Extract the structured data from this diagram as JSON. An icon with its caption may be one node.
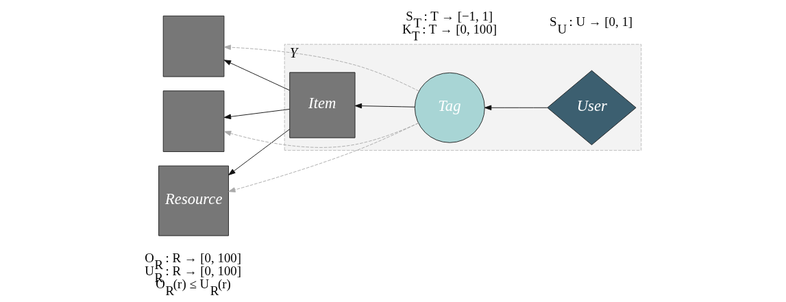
{
  "diagram": {
    "nodes": [
      {
        "text": [],
        "shape": "box"
      },
      {
        "text": [],
        "shape": "box"
      },
      {
        "text": [
          "Resource"
        ],
        "beside": [
          "O$_{R}$ : R → [0, 100]",
          "U$_{R}$ : R → [0, 100]",
          "O$_{R}$(r) ≤ U$_{R}$(r)"
        ]
      },
      {
        "text": [
          "Y"
        ]
      },
      {
        "text": [
          "Item"
        ],
        "in": 3
      },
      {
        "text": [
          "Tag"
        ],
        "in": 3,
        "beside": [
          "S$_{T}$ : T → [−1, 1]",
          "K$_{T}$ : T → [0, 100]"
        ]
      },
      {
        "text": [
          "User"
        ],
        "in": 3,
        "beside": [
          "S$_{U}$ : U → [0, 1]"
        ]
      }
    ],
    "edges": [
      {
        "from": 6,
        "to": 5,
        "arrow": "to"
      },
      {
        "from": 5,
        "to": 4,
        "arrow": "to"
      },
      {
        "from": 4,
        "to": 0,
        "arrow": "to"
      },
      {
        "from": 4,
        "to": 1,
        "arrow": "to"
      },
      {
        "from": 4,
        "to": 2,
        "arrow": "to"
      },
      {
        "from": 5,
        "to": 0,
        "arrow": "to",
        "style": "dashed",
        "color": "#aaaaaa"
      },
      {
        "from": 5,
        "to": 1,
        "arrow": "to",
        "style": "dashed",
        "color": "#aaaaaa"
      },
      {
        "from": 5,
        "to": 2,
        "arrow": "to",
        "style": "dashed",
        "color": "#aaaaaa"
      }
    ]
  }
}
